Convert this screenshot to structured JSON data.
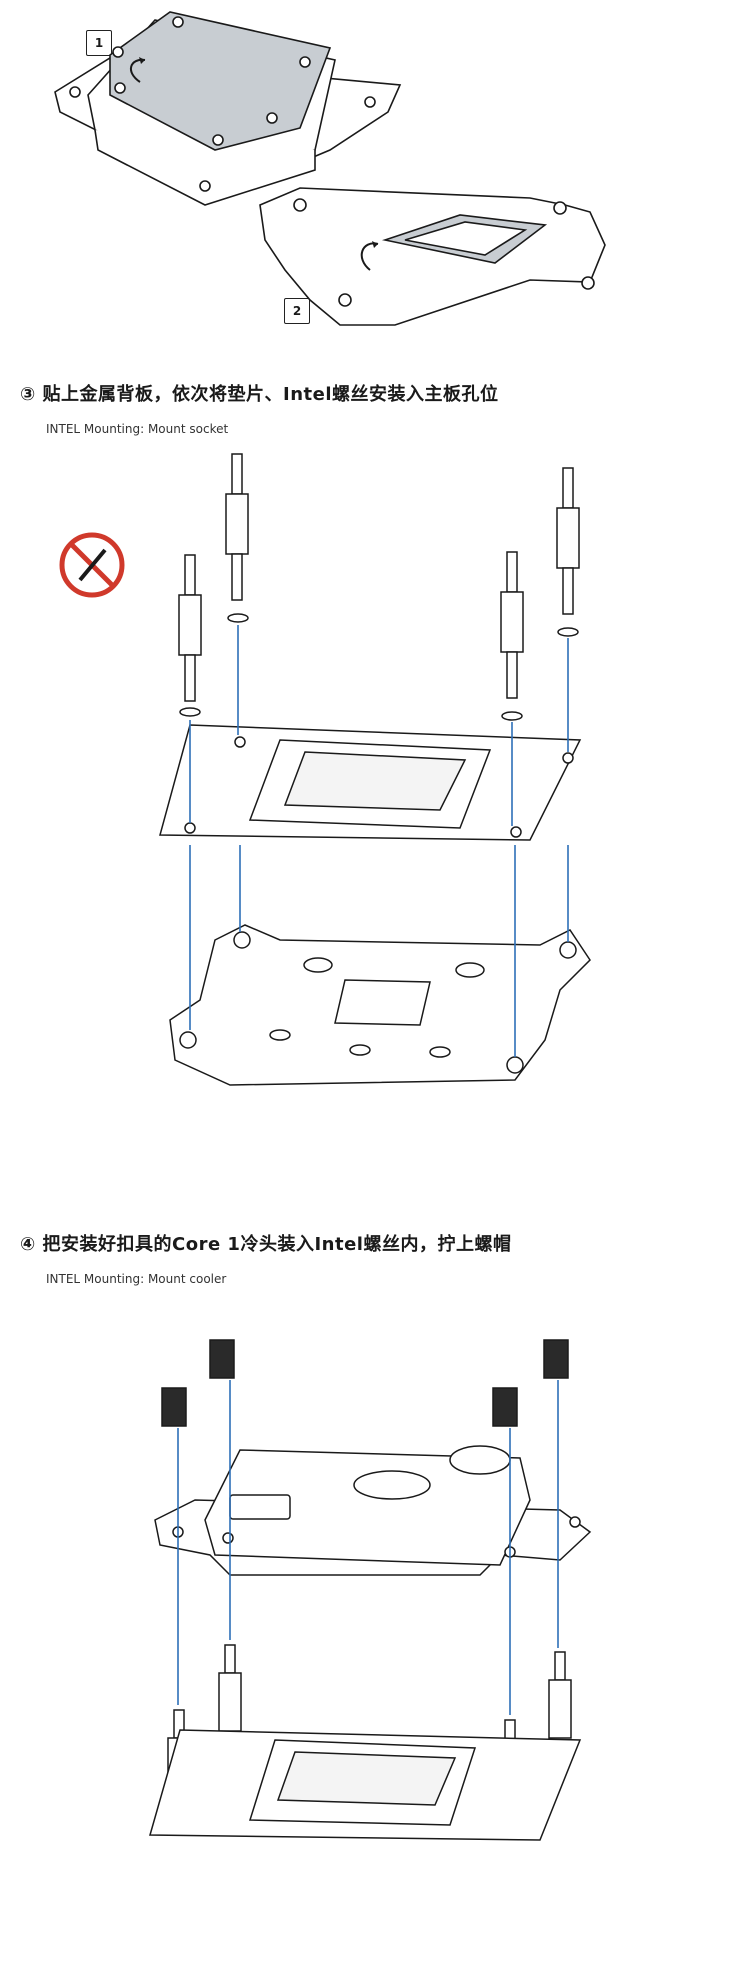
{
  "top": {
    "label_1": "1",
    "label_2": "2"
  },
  "step3": {
    "title": "③ 贴上金属背板，依次将垫片、Intel螺丝安装入主板孔位",
    "subtitle": "INTEL Mounting: Mount socket",
    "no_tool_icon": "no-tool-icon"
  },
  "step4": {
    "title": "④ 把安装好扣具的Core 1冷头装入Intel螺丝内，拧上螺帽",
    "subtitle": "INTEL Mounting: Mount cooler"
  },
  "colors": {
    "line": "#1a1a1a",
    "arrow": "#2d6fb7",
    "film": "#c8cdd2",
    "forbid": "#d0392b"
  }
}
